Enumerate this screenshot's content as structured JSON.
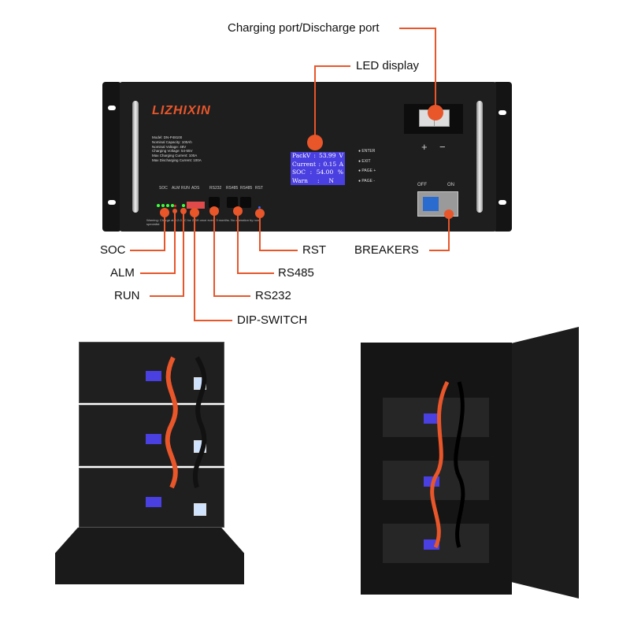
{
  "callouts": {
    "charging_port": "Charging port/Discharge port",
    "led_display": "LED display",
    "soc": "SOC",
    "alm": "ALM",
    "run": "RUN",
    "dip_switch": "DIP-SWITCH",
    "rs232": "RS232",
    "rs485": "RS485",
    "rst": "RST",
    "breakers": "BREAKERS"
  },
  "panel": {
    "logo": "LIZHIXIN",
    "specs": [
      "Model: DN-P48100",
      "Nominal Capacity: 100Ah",
      "Nominal Voltage: 48V",
      "Charging Voltage: 54-55V",
      "Max Charging Current: 100A",
      "Max Discharging Current: 100A"
    ],
    "lcd": [
      {
        "label": "PackV",
        "sep": ":",
        "value": "53.99",
        "unit": "V"
      },
      {
        "label": "Current",
        "sep": ":",
        "value": "0.15",
        "unit": "A"
      },
      {
        "label": "SOC",
        "sep": ":",
        "value": "54.00",
        "unit": "%"
      },
      {
        "label": "Warn",
        "sep": ":",
        "value": "N",
        "unit": ""
      }
    ],
    "buttons": [
      "ENTER",
      "EXIT",
      "PAGE +",
      "PAGE -"
    ],
    "indicator_labels": {
      "soc": "SOC",
      "alm": "ALM",
      "run": "RUN",
      "ads": "ADS",
      "rs232": "RS232",
      "rs485a": "RS485",
      "rs485b": "RS485",
      "rst": "RST"
    },
    "terminal_plus": "+",
    "terminal_minus": "−",
    "breaker_off": "OFF",
    "breaker_on": "ON",
    "warning": "Warning: Charge at 0.2-0.5C for 2-3H once every 3 months. No operation by non-specialist"
  },
  "colors": {
    "accent": "#e8562a",
    "panel": "#1e1e1f",
    "lcd": "#4a3fe0",
    "breaker_switch": "#2a6bd0"
  }
}
